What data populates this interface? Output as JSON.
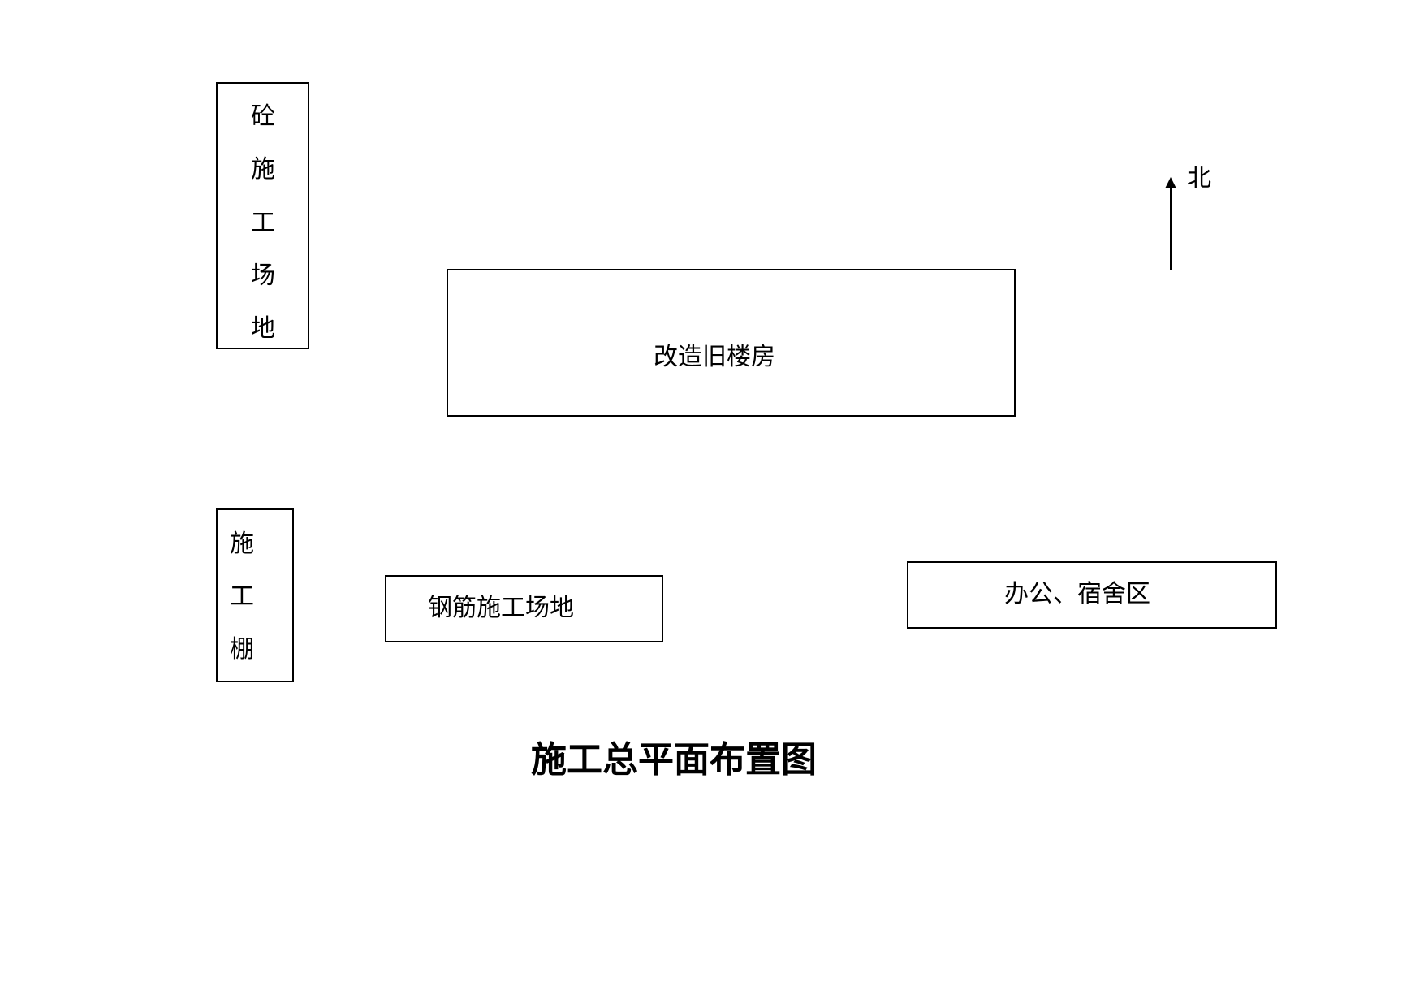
{
  "concrete_area": {
    "chars": [
      "砼",
      "施",
      "工",
      "场",
      "地"
    ]
  },
  "old_building": {
    "label": "改造旧楼房"
  },
  "north": {
    "label": "北"
  },
  "shed": {
    "chars": [
      "施",
      "工",
      "棚"
    ]
  },
  "rebar_area": {
    "label": "钢筋施工场地"
  },
  "office_area": {
    "label": "办公、宿舍区"
  },
  "title": "施工总平面布置图"
}
